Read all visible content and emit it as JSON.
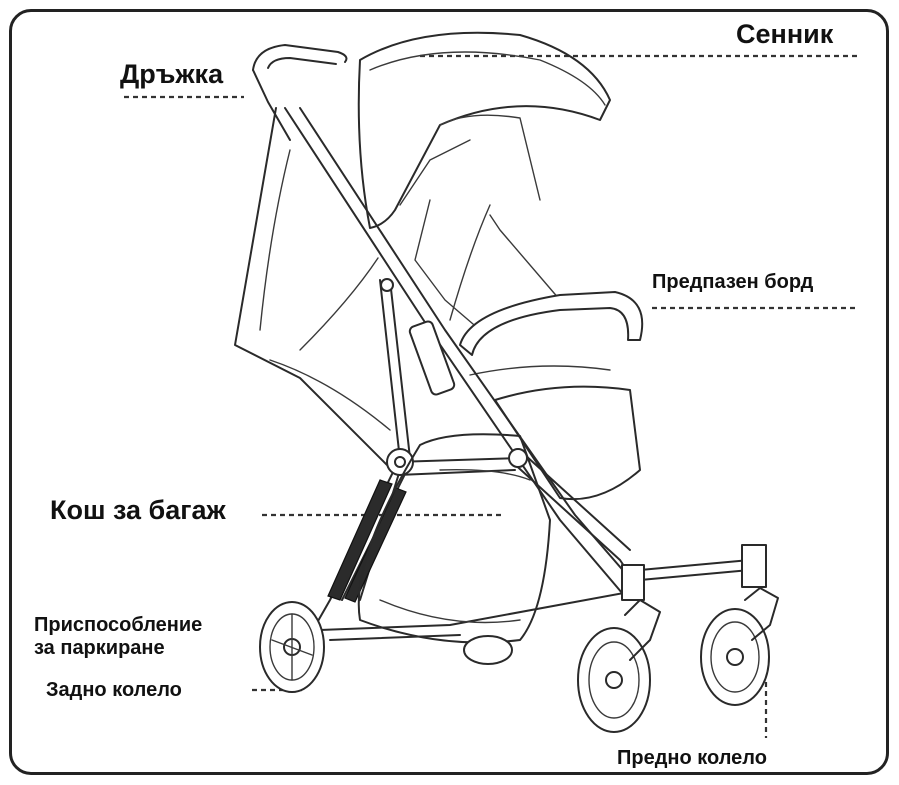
{
  "labels": {
    "canopy": "Сенник",
    "handle": "Дръжка",
    "bumper": "Предпазен борд",
    "basket": "Кош за багаж",
    "parking_line1": "Приспособление",
    "parking_line2": "за паркиране",
    "rear_wheel": "Задно колело",
    "front_wheel": "Предно колело"
  }
}
